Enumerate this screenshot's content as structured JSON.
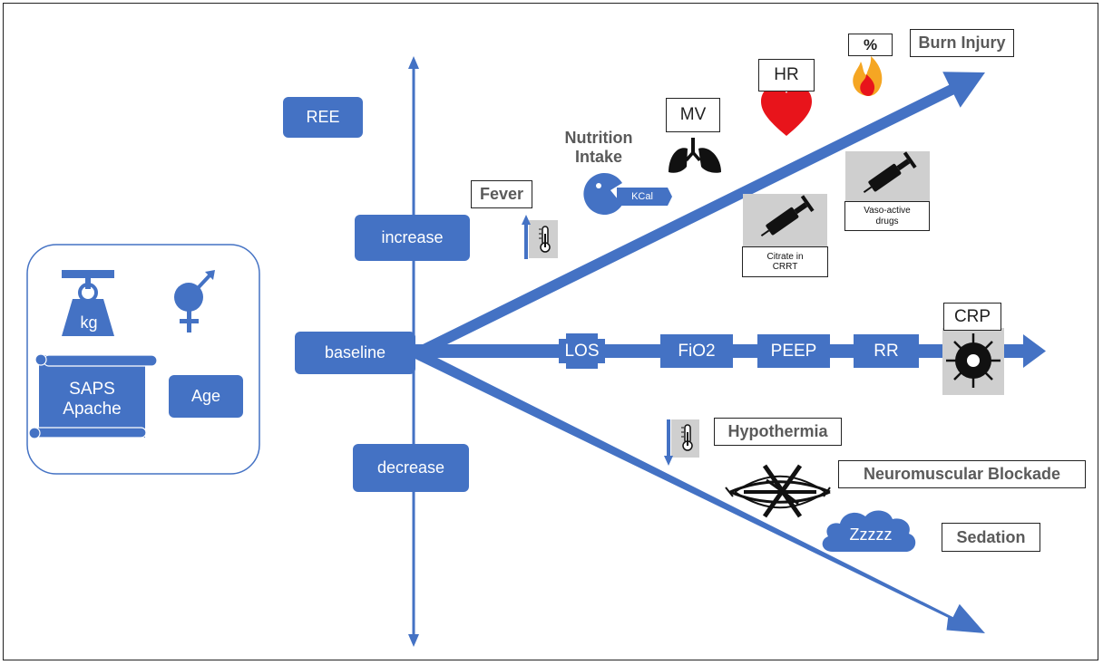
{
  "axis": {
    "top": "REE",
    "increase": "increase",
    "baseline": "baseline",
    "decrease": "decrease"
  },
  "patient": {
    "weight_unit": "kg",
    "scores_line1": "SAPS",
    "scores_line2": "Apache",
    "age": "Age"
  },
  "increase_factors": {
    "fever": "Fever",
    "nutrition_line1": "Nutrition",
    "nutrition_line2": "Intake",
    "kcal": "KCal",
    "mv": "MV",
    "hr": "HR",
    "percent": "%",
    "burn": "Burn Injury",
    "citrate_line1": "Citrate in",
    "citrate_line2": "CRRT",
    "vaso_line1": "Vaso-active",
    "vaso_line2": "drugs"
  },
  "baseline_factors": {
    "los": "LOS",
    "fio2": "FiO2",
    "peep": "PEEP",
    "rr": "RR",
    "crp": "CRP"
  },
  "decrease_factors": {
    "hypothermia": "Hypothermia",
    "neuromuscular": "Neuromuscular Blockade",
    "zzz": "Zzzzz",
    "sedation": "Sedation"
  },
  "colors": {
    "arrow_blue": "#4472c4",
    "heart_red": "#e8141b",
    "icon_gray": "#cfcfcf"
  },
  "icons": [
    "scale-icon",
    "gender-icon",
    "scroll-icon",
    "thermometer-up-icon",
    "pacman-icon",
    "lungs-icon",
    "heart-icon",
    "fire-icon",
    "syringe-icon",
    "thermometer-down-icon",
    "neuromuscular-icon",
    "cloud-icon",
    "bacteria-icon"
  ]
}
